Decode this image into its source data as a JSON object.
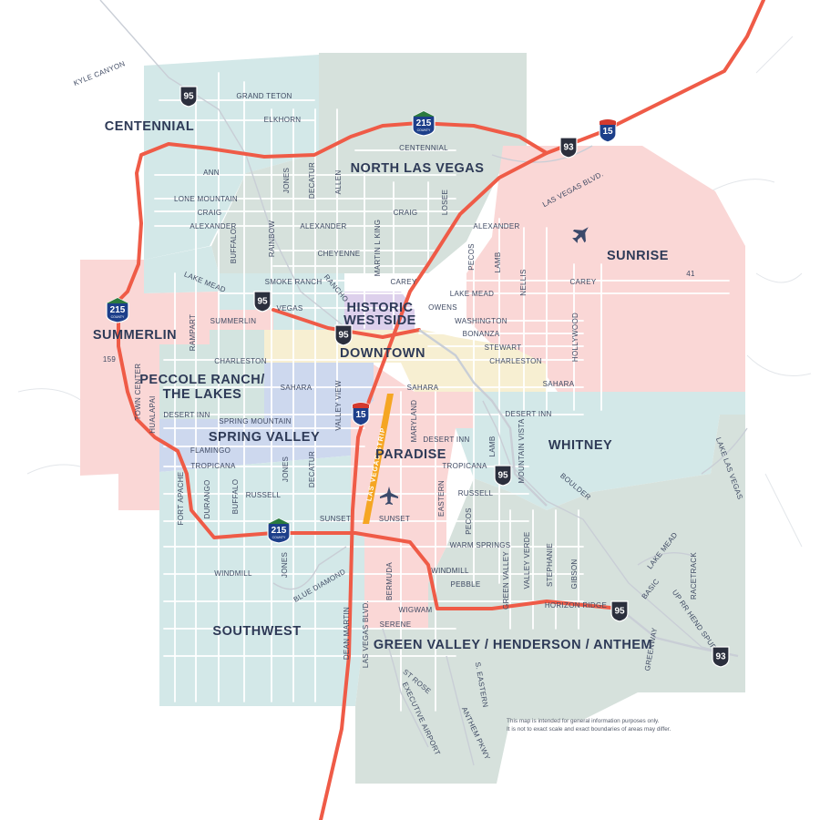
{
  "map": {
    "colors": {
      "teal": "#d3e8e8",
      "sage": "#d6e1dc",
      "pink": "#fad7d6",
      "blue": "#cdd8ee",
      "cream": "#f7efd2",
      "lavender": "#ddd0ec",
      "freeway": "#ef5b47",
      "street": "#ffffff",
      "strip": "#f5a623",
      "shield_blue": "#1d3f8a",
      "shield_dark": "#2b2f3d",
      "label": "#2e3a57"
    },
    "regions": {
      "centennial": "CENTENNIAL",
      "north_las_vegas": "NORTH LAS VEGAS",
      "sunrise": "SUNRISE",
      "summerlin": "SUMMERLIN",
      "historic_westside_1": "HISTORIC",
      "historic_westside_2": "WESTSIDE",
      "downtown": "DOWNTOWN",
      "peccole_ranch_1": "PECCOLE RANCH/",
      "peccole_ranch_2": "THE LAKES",
      "spring_valley": "SPRING VALLEY",
      "paradise": "PARADISE",
      "whitney": "WHITNEY",
      "southwest": "SOUTHWEST",
      "green_valley": "GREEN VALLEY / HENDERSON / ANTHEM"
    },
    "streets": {
      "kyle_canyon": "KYLE CANYON",
      "grand_teton": "GRAND TETON",
      "elkhorn": "ELKHORN",
      "centennial_pkwy": "CENTENNIAL",
      "ann": "ANN",
      "jones_n": "JONES",
      "decatur_n": "DECATUR",
      "allen": "ALLEN",
      "lone_mountain": "LONE MOUNTAIN",
      "craig_w": "CRAIG",
      "craig_e": "CRAIG",
      "losee": "LOSEE",
      "alexander_w": "ALEXANDER",
      "alexander_c": "ALEXANDER",
      "alexander_e": "ALEXANDER",
      "buffalo_n": "BUFFALO",
      "rainbow": "RAINBOW",
      "cheyenne": "CHEYENNE",
      "martin_l_king": "MARTIN L KING",
      "pecos_n": "PECOS",
      "lamb_n": "LAMB",
      "nellis": "NELLIS",
      "las_vegas_blvd_n": "LAS VEGAS BLVD.",
      "lake_mead_w": "LAKE MEAD",
      "smoke_ranch": "SMOKE RANCH",
      "rancho": "RANCHO",
      "carey_c": "CAREY",
      "carey_e": "CAREY",
      "route_41": "41",
      "vegas": "VEGAS",
      "owens": "OWENS",
      "lake_mead_e": "LAKE MEAD",
      "summerlin_pkwy": "SUMMERLIN",
      "rampart": "RAMPART",
      "washington": "WASHINGTON",
      "bonanza": "BONANZA",
      "hollywood": "HOLLYWOOD",
      "stewart": "STEWART",
      "charleston_w": "CHARLESTON",
      "charleston_e": "CHARLESTON",
      "route_159": "159",
      "town_center": "TOWN CENTER",
      "sahara_w": "SAHARA",
      "sahara_c": "SAHARA",
      "sahara_e": "SAHARA",
      "valley_view": "VALLEY VIEW",
      "desert_inn_w": "DESERT INN",
      "desert_inn_c": "DESERT INN",
      "desert_inn_e": "DESERT INN",
      "spring_mountain": "SPRING MOUNTAIN",
      "hualapai": "HUALAPAI",
      "maryland": "MARYLAND",
      "flamingo": "FLAMINGO",
      "tropicana_w": "TROPICANA",
      "tropicana_e": "TROPICANA",
      "jones_s": "JONES",
      "decatur_s": "DECATUR",
      "fort_apache": "FORT APACHE",
      "durango": "DURANGO",
      "buffalo_s": "BUFFALO",
      "russell_w": "RUSSELL",
      "russell_e": "RUSSELL",
      "lamb_s": "LAMB",
      "mountain_vista": "MOUNTAIN VISTA",
      "boulder": "BOULDER",
      "eastern": "EASTERN",
      "pecos_s": "PECOS",
      "sunset_w": "SUNSET",
      "sunset_e": "SUNSET",
      "warm_springs": "WARM SPRINGS",
      "green_valley_st": "GREEN VALLEY",
      "valley_verde": "VALLEY VERDE",
      "stephanie": "STEPHANIE",
      "gibson": "GIBSON",
      "windmill_w": "WINDMILL",
      "jones_sw": "JONES",
      "bermuda": "BERMUDA",
      "windmill_e": "WINDMILL",
      "pebble": "PEBBLE",
      "blue_diamond": "BLUE DIAMOND",
      "dean_martin": "DEAN MARTIN",
      "las_vegas_blvd_s": "LAS VEGAS BLVD.",
      "wigwam": "WIGWAM",
      "horizon_ridge": "HORIZON RIDGE",
      "serene": "SERENE",
      "lake_mead_hd": "LAKE MEAD",
      "basic": "BASIC",
      "racetrack": "RACETRACK",
      "up_rr_hend_spur": "UP RR HEND SPUR",
      "lake_las_vegas": "LAKE LAS VEGAS",
      "greenway": "GREENWAY",
      "st_rose": "ST ROSE",
      "executive_airport": "EXECUTIVE AIRPORT",
      "s_eastern": "S. EASTERN",
      "anthem_pkwy": "ANTHEM PKWY"
    },
    "strip_label": "LAS VEGAS STRIP",
    "shields": {
      "us95": "95",
      "i215": "215",
      "county": "COUNTY",
      "us93": "93",
      "i15": "15"
    },
    "icons": [
      "airplane-icon",
      "fighter-jet-icon"
    ]
  },
  "disclaimer": {
    "line1": "This map is intended for general information purposes only.",
    "line2": "It is not to exact scale and exact boundaries of areas may differ."
  }
}
